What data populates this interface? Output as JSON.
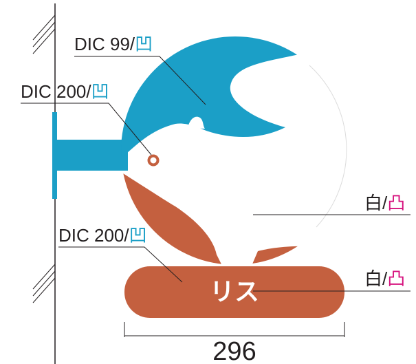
{
  "labels": {
    "dic99": {
      "code": "DIC 99/",
      "finish": "凹"
    },
    "dic200_top": {
      "code": "DIC 200/",
      "finish": "凹"
    },
    "white_body": {
      "code": "白/",
      "finish": "凸"
    },
    "dic200_base": {
      "code": "DIC 200/",
      "finish": "凹"
    },
    "white_text": {
      "code": "白/",
      "finish": "凸"
    }
  },
  "sign_text": "リス",
  "dimension": "296",
  "colors": {
    "dic99": "#1b9fc7",
    "dic200": "#c4603f",
    "concave_mark": "#1b9fc7",
    "convex_mark": "#d6127e",
    "line": "#231f20"
  }
}
